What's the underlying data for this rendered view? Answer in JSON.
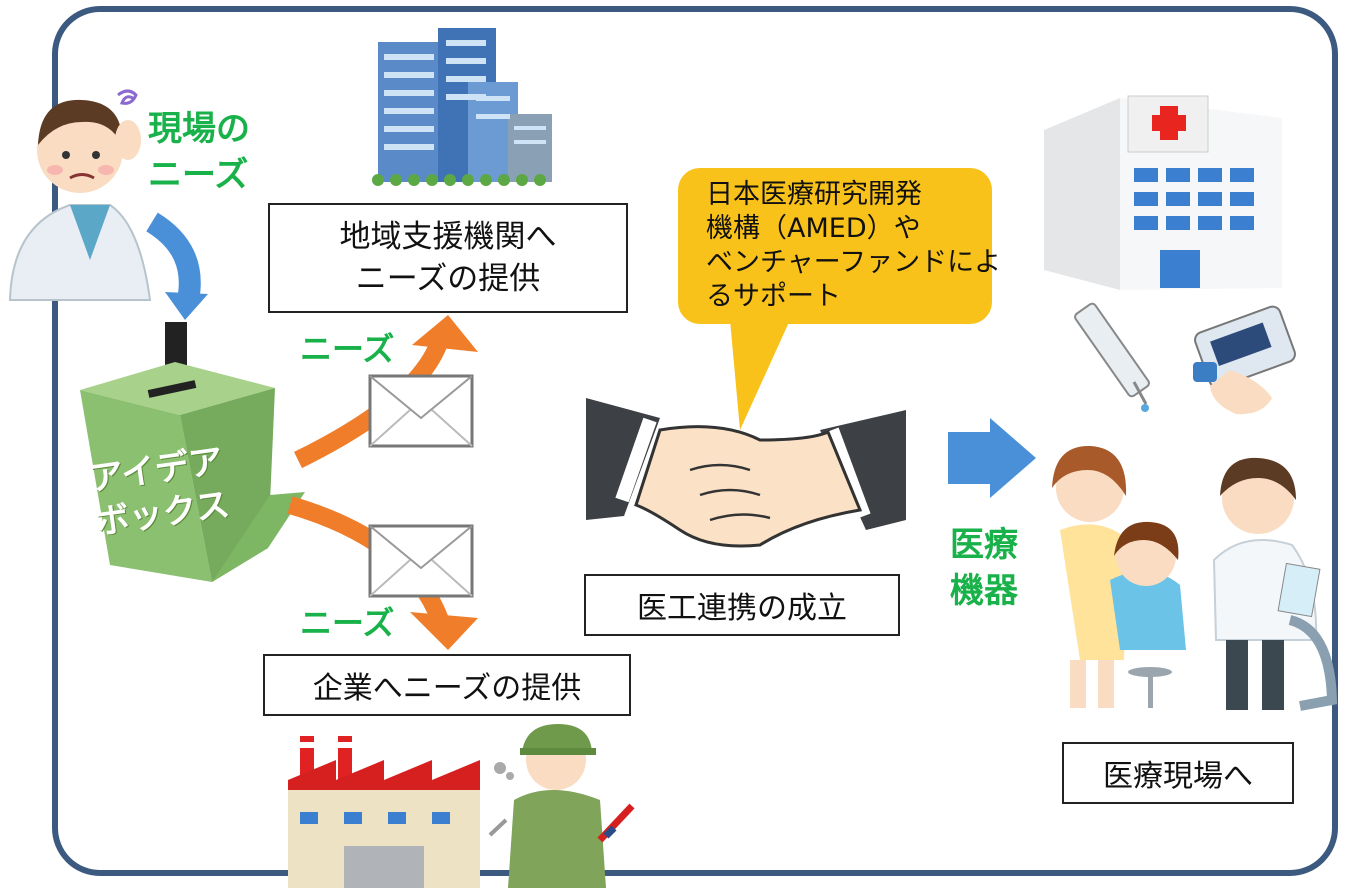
{
  "labels": {
    "needs_top_left": [
      "現場の",
      "ニーズ"
    ],
    "regional_support": [
      "地域支援機関へ",
      "ニーズの提供"
    ],
    "needs_upper": "ニーズ",
    "needs_lower": "ニーズ",
    "idea_box": [
      "アイデア",
      "ボックス"
    ],
    "company_provision": "企業へニーズの提供",
    "med_eng_partnership": "医工連携の成立",
    "amed_support": [
      "日本医療研究開発",
      "機構（AMED）や",
      "ベンチャーファンドによ",
      "るサポート"
    ],
    "medical_devices": [
      "医療",
      "機器"
    ],
    "to_medical_field": "医療現場へ"
  },
  "colors": {
    "frame": "#3c5a80",
    "green_text": "#19b24a",
    "arrow_orange": "#f07d2a",
    "arrow_blue": "#4a90d9",
    "bubble": "#f9c21a",
    "box_green": "#8cc071"
  },
  "icons": [
    "doctor-worried-icon",
    "office-building-icon",
    "hospital-icon",
    "syringe-icon",
    "pulse-oximeter-icon",
    "handshake-icon",
    "ballot-box-icon",
    "envelope-icon",
    "factory-icon",
    "worker-icon",
    "family-doctor-icon"
  ]
}
